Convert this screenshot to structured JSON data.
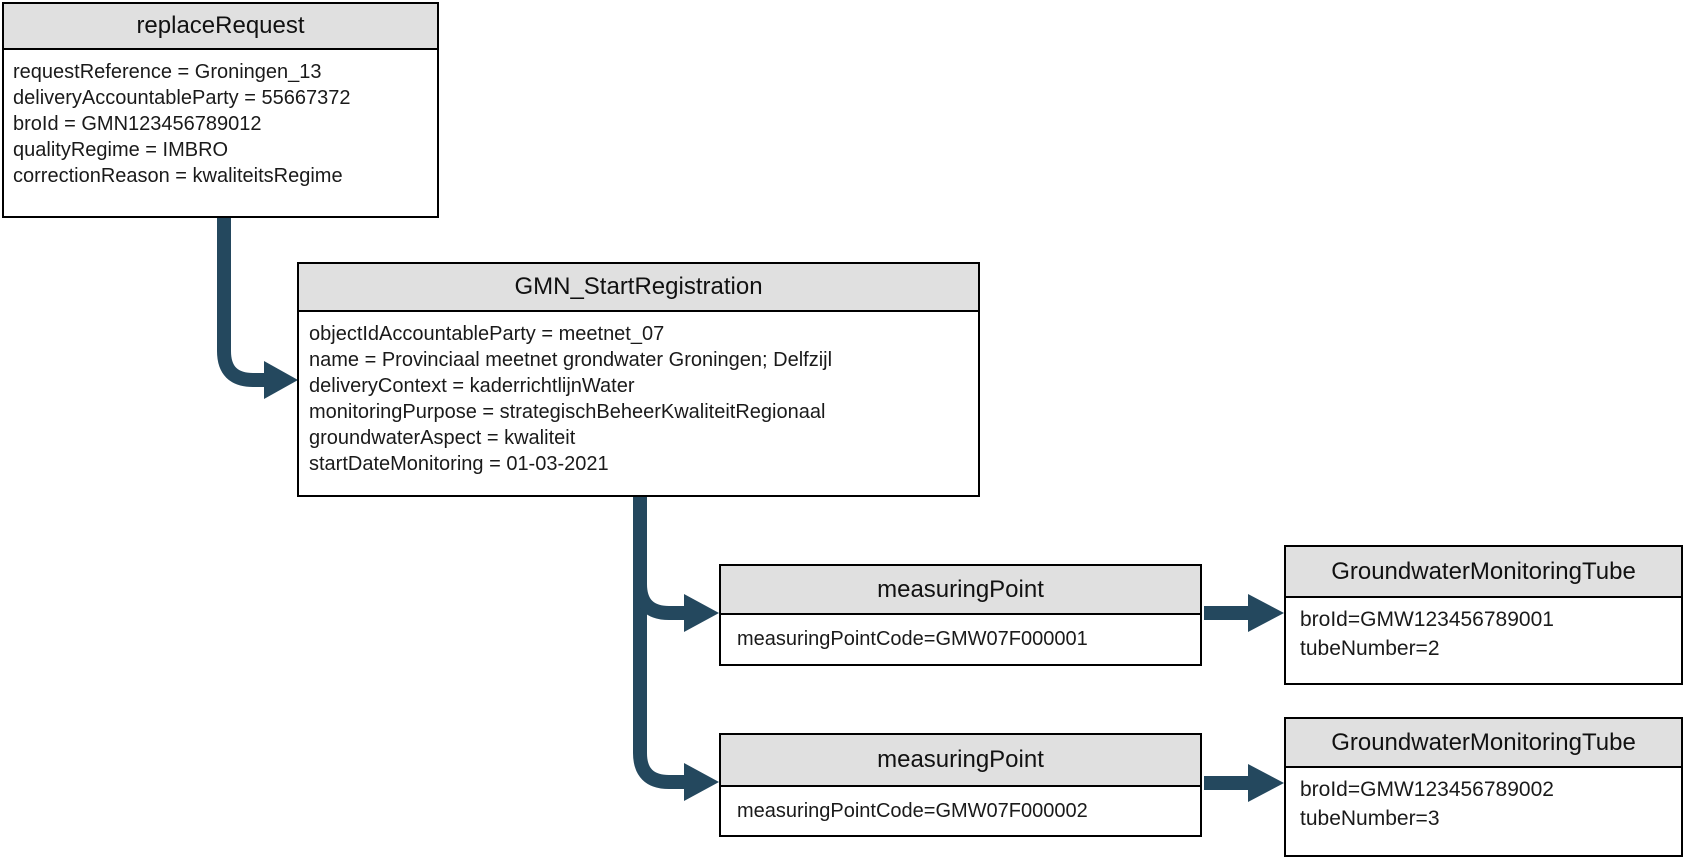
{
  "colors": {
    "connector": "#24485E",
    "node_title_bg": "#E0E0E0",
    "node_border": "#000000",
    "node_body_bg": "#FFFFFF"
  },
  "nodes": {
    "replace_request": {
      "title": "replaceRequest",
      "lines": [
        "requestReference = Groningen_13",
        "deliveryAccountableParty = 55667372",
        "broId = GMN123456789012",
        "qualityRegime = IMBRO",
        "correctionReason = kwaliteitsRegime"
      ]
    },
    "gmn_start_registration": {
      "title": "GMN_StartRegistration",
      "lines": [
        "objectIdAccountableParty = meetnet_07",
        "name = Provinciaal meetnet grondwater Groningen; Delfzijl",
        "deliveryContext = kaderrichtlijnWater",
        "monitoringPurpose = strategischBeheerKwaliteitRegionaal",
        "groundwaterAspect = kwaliteit",
        "startDateMonitoring = 01-03-2021"
      ]
    },
    "measuring_point_1": {
      "title": "measuringPoint",
      "lines": [
        "measuringPointCode=GMW07F000001"
      ]
    },
    "measuring_point_2": {
      "title": "measuringPoint",
      "lines": [
        "measuringPointCode=GMW07F000002"
      ]
    },
    "tube_1": {
      "title": "GroundwaterMonitoringTube",
      "lines": [
        "broId=GMW123456789001",
        "tubeNumber=2"
      ]
    },
    "tube_2": {
      "title": "GroundwaterMonitoringTube",
      "lines": [
        "broId=GMW123456789002",
        "tubeNumber=3"
      ]
    }
  }
}
